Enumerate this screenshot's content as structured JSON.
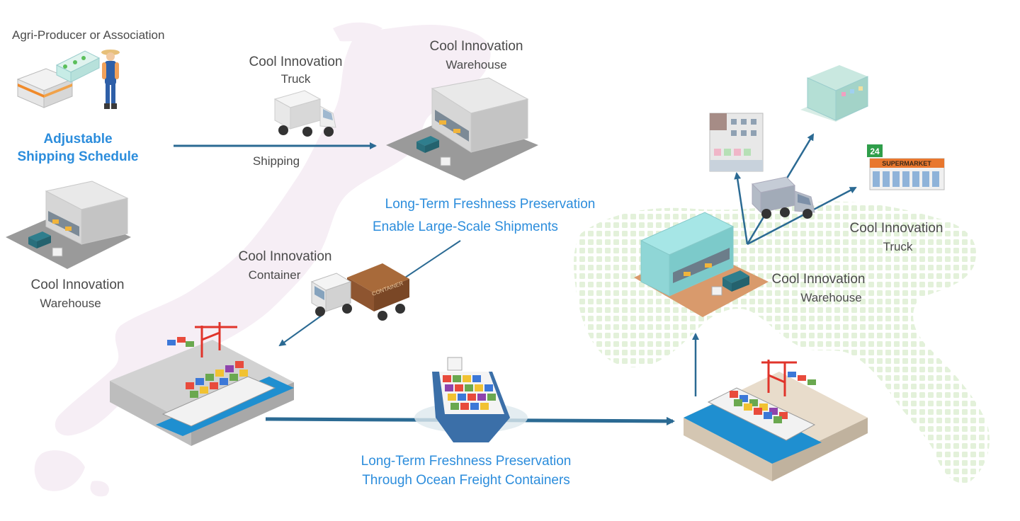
{
  "labels": {
    "producer": "Agri-Producer or Association",
    "schedule_line1": "Adjustable",
    "schedule_line2": "Shipping Schedule",
    "truck1_line1": "Cool Innovation",
    "truck1_line2": "Truck",
    "shipping": "Shipping",
    "warehouse_top_line1": "Cool Innovation",
    "warehouse_top_line2": "Warehouse",
    "freshness1_line1": "Long-Term Freshness Preservation",
    "freshness1_line2": "Enable Large-Scale Shipments",
    "warehouse_left_line1": "Cool Innovation",
    "warehouse_left_line2": "Warehouse",
    "container_line1": "Cool Innovation",
    "container_line2": "Container",
    "freshness2_line1": "Long-Term Freshness Preservation",
    "freshness2_line2": "Through Ocean Freight Containers",
    "truck2_line1": "Cool Innovation",
    "truck2_line2": "Truck",
    "warehouse_right_line1": "Cool Innovation",
    "warehouse_right_line2": "Warehouse",
    "store_24": "24",
    "supermarket": "SUPERMARKET",
    "container_text": "CONTAINER"
  },
  "colors": {
    "arrow": "#2b6a93",
    "accent_text": "#2c8ddc",
    "dark_text": "#4a4a4a",
    "japan_map": "#f6eef5",
    "world_map": "#e6f3de",
    "water": "#1f8fd0"
  }
}
